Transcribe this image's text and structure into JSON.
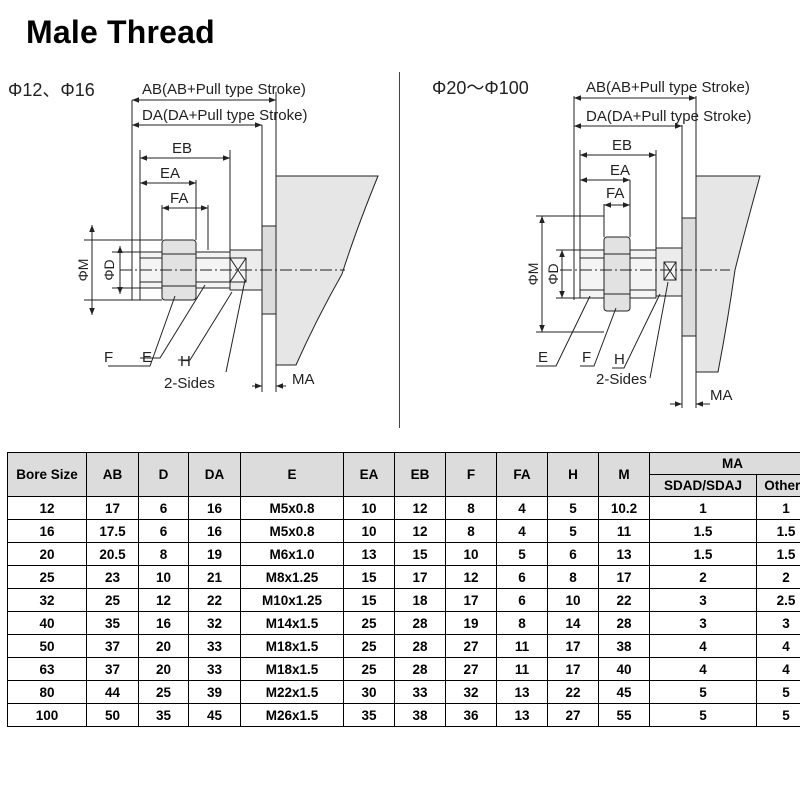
{
  "title": "Male Thread",
  "left_drawing": {
    "heading": "Φ12、Φ16",
    "labels": {
      "ab": "AB(AB+Pull type Stroke)",
      "da": "DA(DA+Pull type Stroke)",
      "eb": "EB",
      "ea": "EA",
      "fa": "FA",
      "m": "ΦM",
      "d": "ΦD",
      "f": "F",
      "e": "E",
      "h": "H",
      "sides": "2-Sides",
      "ma": "MA"
    }
  },
  "right_drawing": {
    "heading": "Φ20～Φ100",
    "labels": {
      "ab": "AB(AB+Pull type Stroke)",
      "da": "DA(DA+Pull type Stroke)",
      "eb": "EB",
      "ea": "EA",
      "fa": "FA",
      "m": "ΦM",
      "d": "ΦD",
      "e": "E",
      "f": "F",
      "h": "H",
      "sides": "2-Sides",
      "ma": "MA"
    }
  },
  "table": {
    "headers": [
      "Bore Size",
      "AB",
      "D",
      "DA",
      "E",
      "EA",
      "EB",
      "F",
      "FA",
      "H",
      "M"
    ],
    "ma_header": "MA",
    "ma_subheaders": [
      "SDAD/SDAJ",
      "Others"
    ],
    "rows": [
      [
        "12",
        "17",
        "6",
        "16",
        "M5x0.8",
        "10",
        "12",
        "8",
        "4",
        "5",
        "10.2",
        "1",
        "1"
      ],
      [
        "16",
        "17.5",
        "6",
        "16",
        "M5x0.8",
        "10",
        "12",
        "8",
        "4",
        "5",
        "11",
        "1.5",
        "1.5"
      ],
      [
        "20",
        "20.5",
        "8",
        "19",
        "M6x1.0",
        "13",
        "15",
        "10",
        "5",
        "6",
        "13",
        "1.5",
        "1.5"
      ],
      [
        "25",
        "23",
        "10",
        "21",
        "M8x1.25",
        "15",
        "17",
        "12",
        "6",
        "8",
        "17",
        "2",
        "2"
      ],
      [
        "32",
        "25",
        "12",
        "22",
        "M10x1.25",
        "15",
        "18",
        "17",
        "6",
        "10",
        "22",
        "3",
        "2.5"
      ],
      [
        "40",
        "35",
        "16",
        "32",
        "M14x1.5",
        "25",
        "28",
        "19",
        "8",
        "14",
        "28",
        "3",
        "3"
      ],
      [
        "50",
        "37",
        "20",
        "33",
        "M18x1.5",
        "25",
        "28",
        "27",
        "11",
        "17",
        "38",
        "4",
        "4"
      ],
      [
        "63",
        "37",
        "20",
        "33",
        "M18x1.5",
        "25",
        "28",
        "27",
        "11",
        "17",
        "40",
        "4",
        "4"
      ],
      [
        "80",
        "44",
        "25",
        "39",
        "M22x1.5",
        "30",
        "33",
        "32",
        "13",
        "22",
        "45",
        "5",
        "5"
      ],
      [
        "100",
        "50",
        "35",
        "45",
        "M26x1.5",
        "35",
        "38",
        "36",
        "13",
        "27",
        "55",
        "5",
        "5"
      ]
    ]
  }
}
